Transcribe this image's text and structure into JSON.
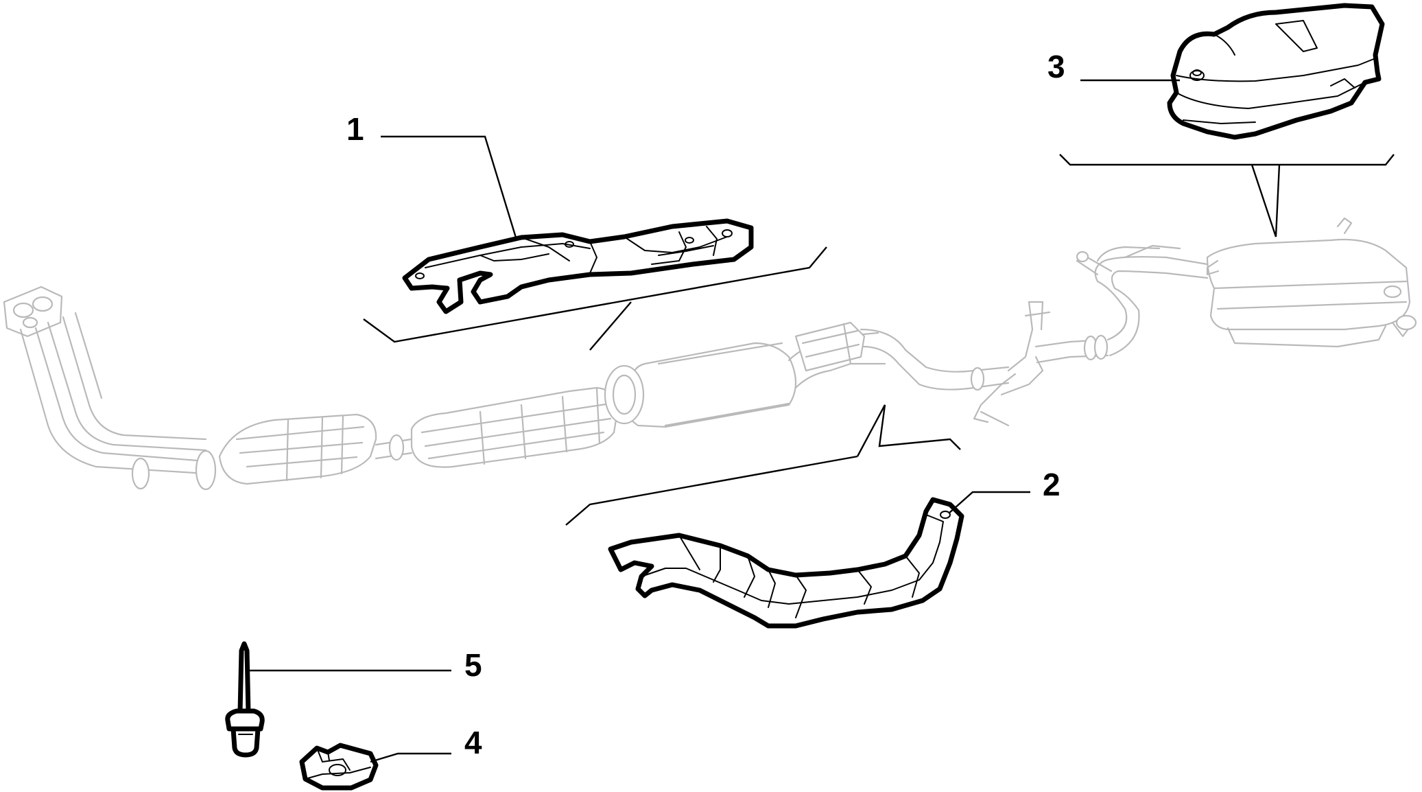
{
  "parts": [
    {
      "label": "1",
      "description_icon": "heat-shield-front-icon"
    },
    {
      "label": "2",
      "description_icon": "heat-shield-center-icon"
    },
    {
      "label": "3",
      "description_icon": "heat-shield-rear-muffler-icon"
    },
    {
      "label": "4",
      "description_icon": "clip-nut-icon"
    },
    {
      "label": "5",
      "description_icon": "rivet-pin-icon"
    }
  ],
  "colors": {
    "line": "#000000",
    "ghost": "#b9b9b9",
    "background": "#ffffff"
  }
}
